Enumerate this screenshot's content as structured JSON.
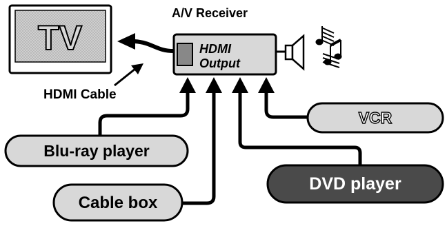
{
  "receiver": {
    "title": "A/V Receiver",
    "output_line1": "HDMI",
    "output_line2": "Output"
  },
  "tv": {
    "label": "TV"
  },
  "cable": {
    "label": "HDMI Cable"
  },
  "devices": {
    "bluray": "Blu-ray player",
    "cablebox": "Cable box",
    "vcr": "VCR",
    "dvd": "DVD player"
  },
  "icons": {
    "speaker": "speaker-icon",
    "music": "music-notes-icon"
  },
  "colors": {
    "light_fill": "#d8d8d8",
    "dark_fill": "#4a4a4a",
    "stroke": "#000000"
  }
}
